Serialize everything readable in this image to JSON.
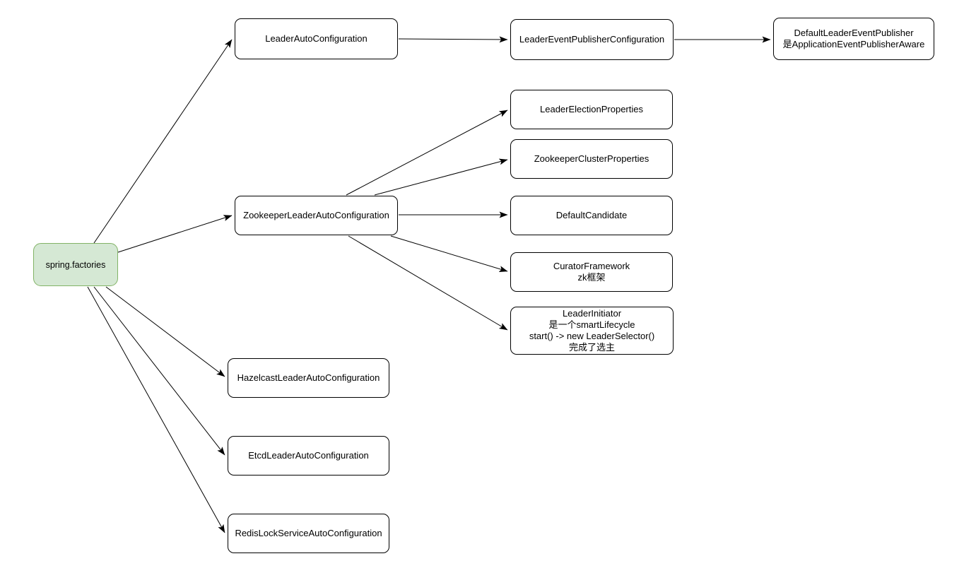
{
  "diagram": {
    "colors": {
      "accent_fill": "#d5e8d4",
      "accent_border": "#82b366",
      "node_fill": "#ffffff",
      "node_border": "#000000",
      "edge_color": "#000000",
      "text_color": "#000000",
      "canvas_bg": "#ffffff"
    },
    "nodes": {
      "spring_factories": {
        "label": "spring.factories"
      },
      "leader_auto_configuration": {
        "label": "LeaderAutoConfiguration"
      },
      "leader_event_publisher_configuration": {
        "label": "LeaderEventPublisherConfiguration"
      },
      "default_leader_event_publisher": {
        "lines": [
          "DefaultLeaderEventPublisher",
          "是ApplicationEventPublisherAware"
        ]
      },
      "leader_election_properties": {
        "label": "LeaderElectionProperties"
      },
      "zookeeper_cluster_properties": {
        "label": "ZookeeperClusterProperties"
      },
      "zookeeper_leader_auto_configuration": {
        "label": "ZookeeperLeaderAutoConfiguration"
      },
      "default_candidate": {
        "label": "DefaultCandidate"
      },
      "curator_framework": {
        "lines": [
          "CuratorFramework",
          "zk框架"
        ]
      },
      "leader_initiator": {
        "lines": [
          "LeaderInitiator",
          "是一个smartLifecycle",
          "start() -> new LeaderSelector()",
          "完成了选主"
        ]
      },
      "hazelcast_leader_auto_configuration": {
        "label": "HazelcastLeaderAutoConfiguration"
      },
      "etcd_leader_auto_configuration": {
        "label": "EtcdLeaderAutoConfiguration"
      },
      "redis_lock_service_auto_configuration": {
        "label": "RedisLockServiceAutoConfiguration"
      }
    },
    "edges": [
      {
        "from": "spring.factories",
        "to": "LeaderAutoConfiguration"
      },
      {
        "from": "spring.factories",
        "to": "ZookeeperLeaderAutoConfiguration"
      },
      {
        "from": "spring.factories",
        "to": "HazelcastLeaderAutoConfiguration"
      },
      {
        "from": "spring.factories",
        "to": "EtcdLeaderAutoConfiguration"
      },
      {
        "from": "spring.factories",
        "to": "RedisLockServiceAutoConfiguration"
      },
      {
        "from": "LeaderAutoConfiguration",
        "to": "LeaderEventPublisherConfiguration"
      },
      {
        "from": "LeaderEventPublisherConfiguration",
        "to": "DefaultLeaderEventPublisher"
      },
      {
        "from": "ZookeeperLeaderAutoConfiguration",
        "to": "LeaderElectionProperties"
      },
      {
        "from": "ZookeeperLeaderAutoConfiguration",
        "to": "ZookeeperClusterProperties"
      },
      {
        "from": "ZookeeperLeaderAutoConfiguration",
        "to": "DefaultCandidate"
      },
      {
        "from": "ZookeeperLeaderAutoConfiguration",
        "to": "CuratorFramework"
      },
      {
        "from": "ZookeeperLeaderAutoConfiguration",
        "to": "LeaderInitiator"
      }
    ]
  }
}
